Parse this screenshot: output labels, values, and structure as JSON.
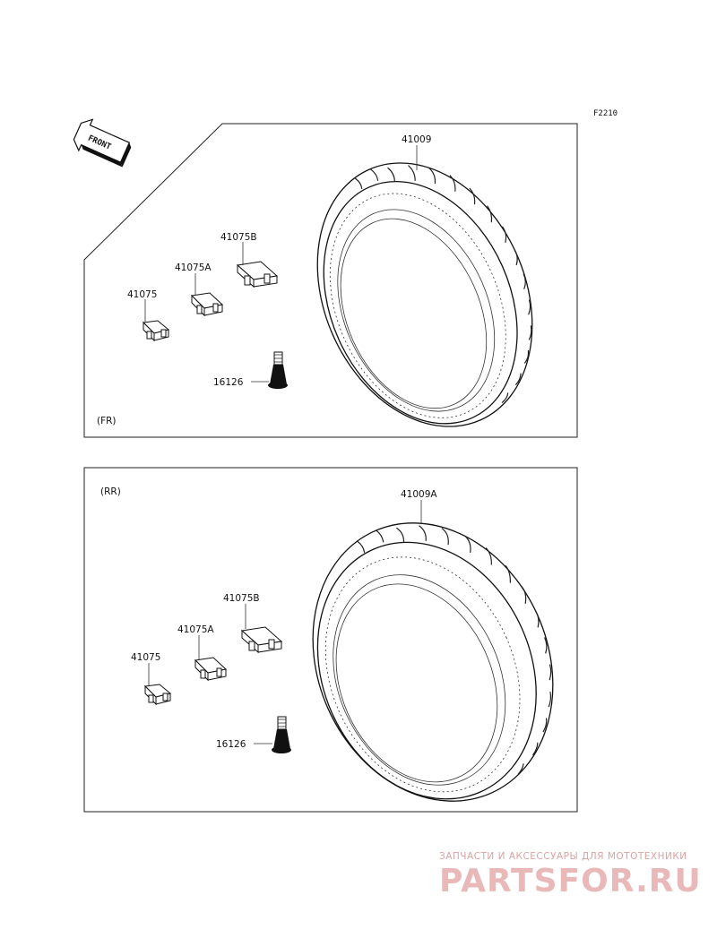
{
  "diagram": {
    "code": "F2210",
    "front_arrow_text": "FRONT",
    "front_section": {
      "tag": "(FR)",
      "labels": {
        "tire": "41009",
        "weight": "41075",
        "weight_a": "41075A",
        "weight_b": "41075B",
        "valve": "16126"
      }
    },
    "rear_section": {
      "tag": "(RR)",
      "labels": {
        "tire": "41009A",
        "weight": "41075",
        "weight_a": "41075A",
        "weight_b": "41075B",
        "valve": "16126"
      }
    }
  },
  "watermark": {
    "tagline": "ЗАПЧАСТИ И АКСЕССУАРЫ ДЛЯ МОТОТЕХНИКИ",
    "logo": "PARTSFOR.RU"
  }
}
